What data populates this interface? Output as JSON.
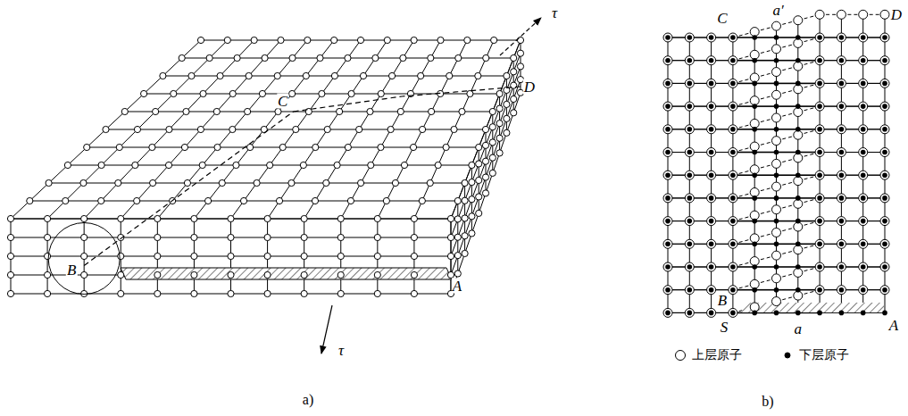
{
  "diagram": {
    "labels": [
      "τ",
      "C",
      "D",
      "B",
      "A",
      "τ",
      "a)",
      "C",
      "a′",
      "D",
      "B",
      "S",
      "a",
      "A",
      "b)"
    ],
    "legend": [
      {
        "text": "上层原子"
      },
      {
        "text": "下层原子"
      }
    ]
  }
}
